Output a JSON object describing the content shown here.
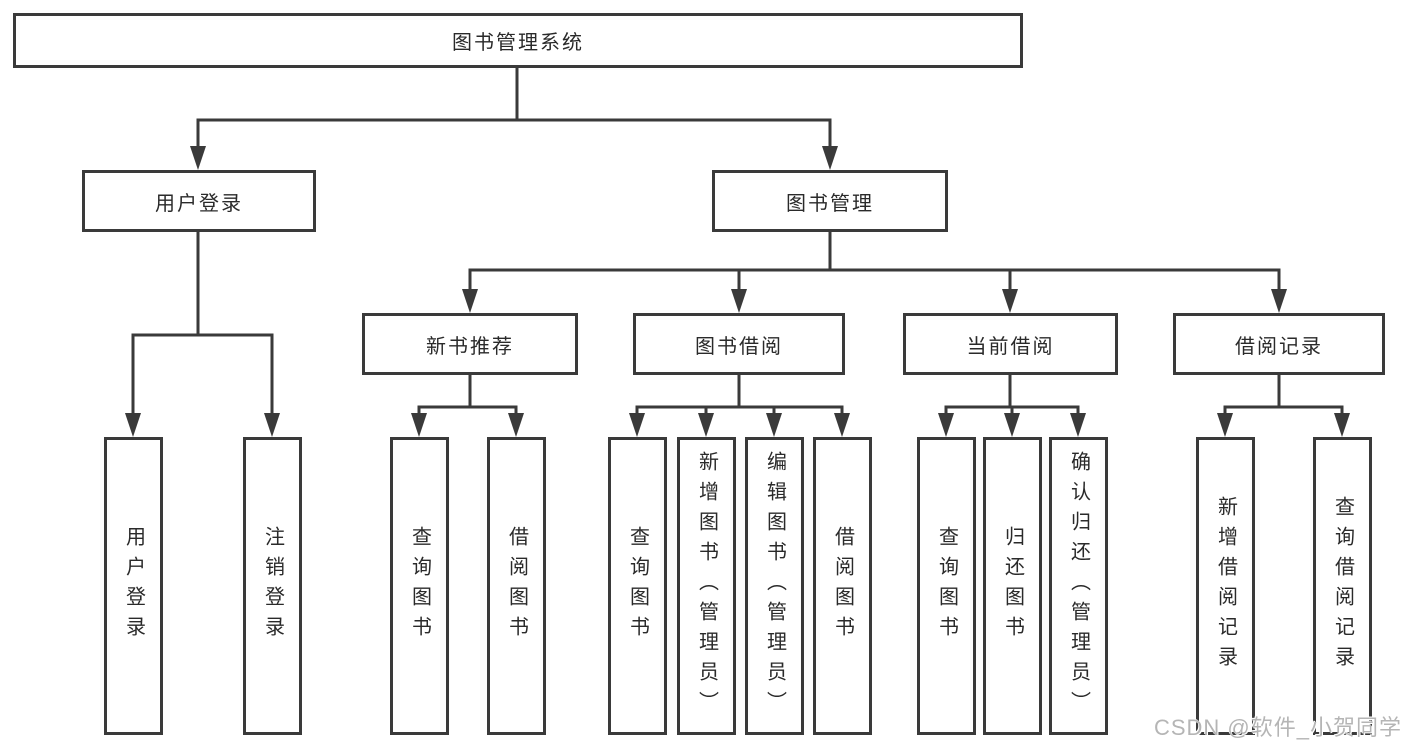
{
  "colors": {
    "line": "#3a3a3a",
    "text": "#2a2a2a",
    "background": "#ffffff",
    "watermark": "#b5b5b5"
  },
  "diagram": {
    "root": {
      "label": "图书管理系统"
    },
    "level2": [
      {
        "label": "用户登录"
      },
      {
        "label": "图书管理"
      }
    ],
    "level3": [
      {
        "label": "新书推荐"
      },
      {
        "label": "图书借阅"
      },
      {
        "label": "当前借阅"
      },
      {
        "label": "借阅记录"
      }
    ],
    "leaves": [
      {
        "label": "用户登录"
      },
      {
        "label": "注销登录"
      },
      {
        "label": "查询图书"
      },
      {
        "label": "借阅图书"
      },
      {
        "label": "查询图书"
      },
      {
        "label": "新增图书（管理员）"
      },
      {
        "label": "编辑图书（管理员）"
      },
      {
        "label": "借阅图书"
      },
      {
        "label": "查询图书"
      },
      {
        "label": "归还图书"
      },
      {
        "label": "确认归还（管理员）"
      },
      {
        "label": "新增借阅记录"
      },
      {
        "label": "查询借阅记录"
      }
    ],
    "watermark": "CSDN @软件_小贺同学"
  }
}
